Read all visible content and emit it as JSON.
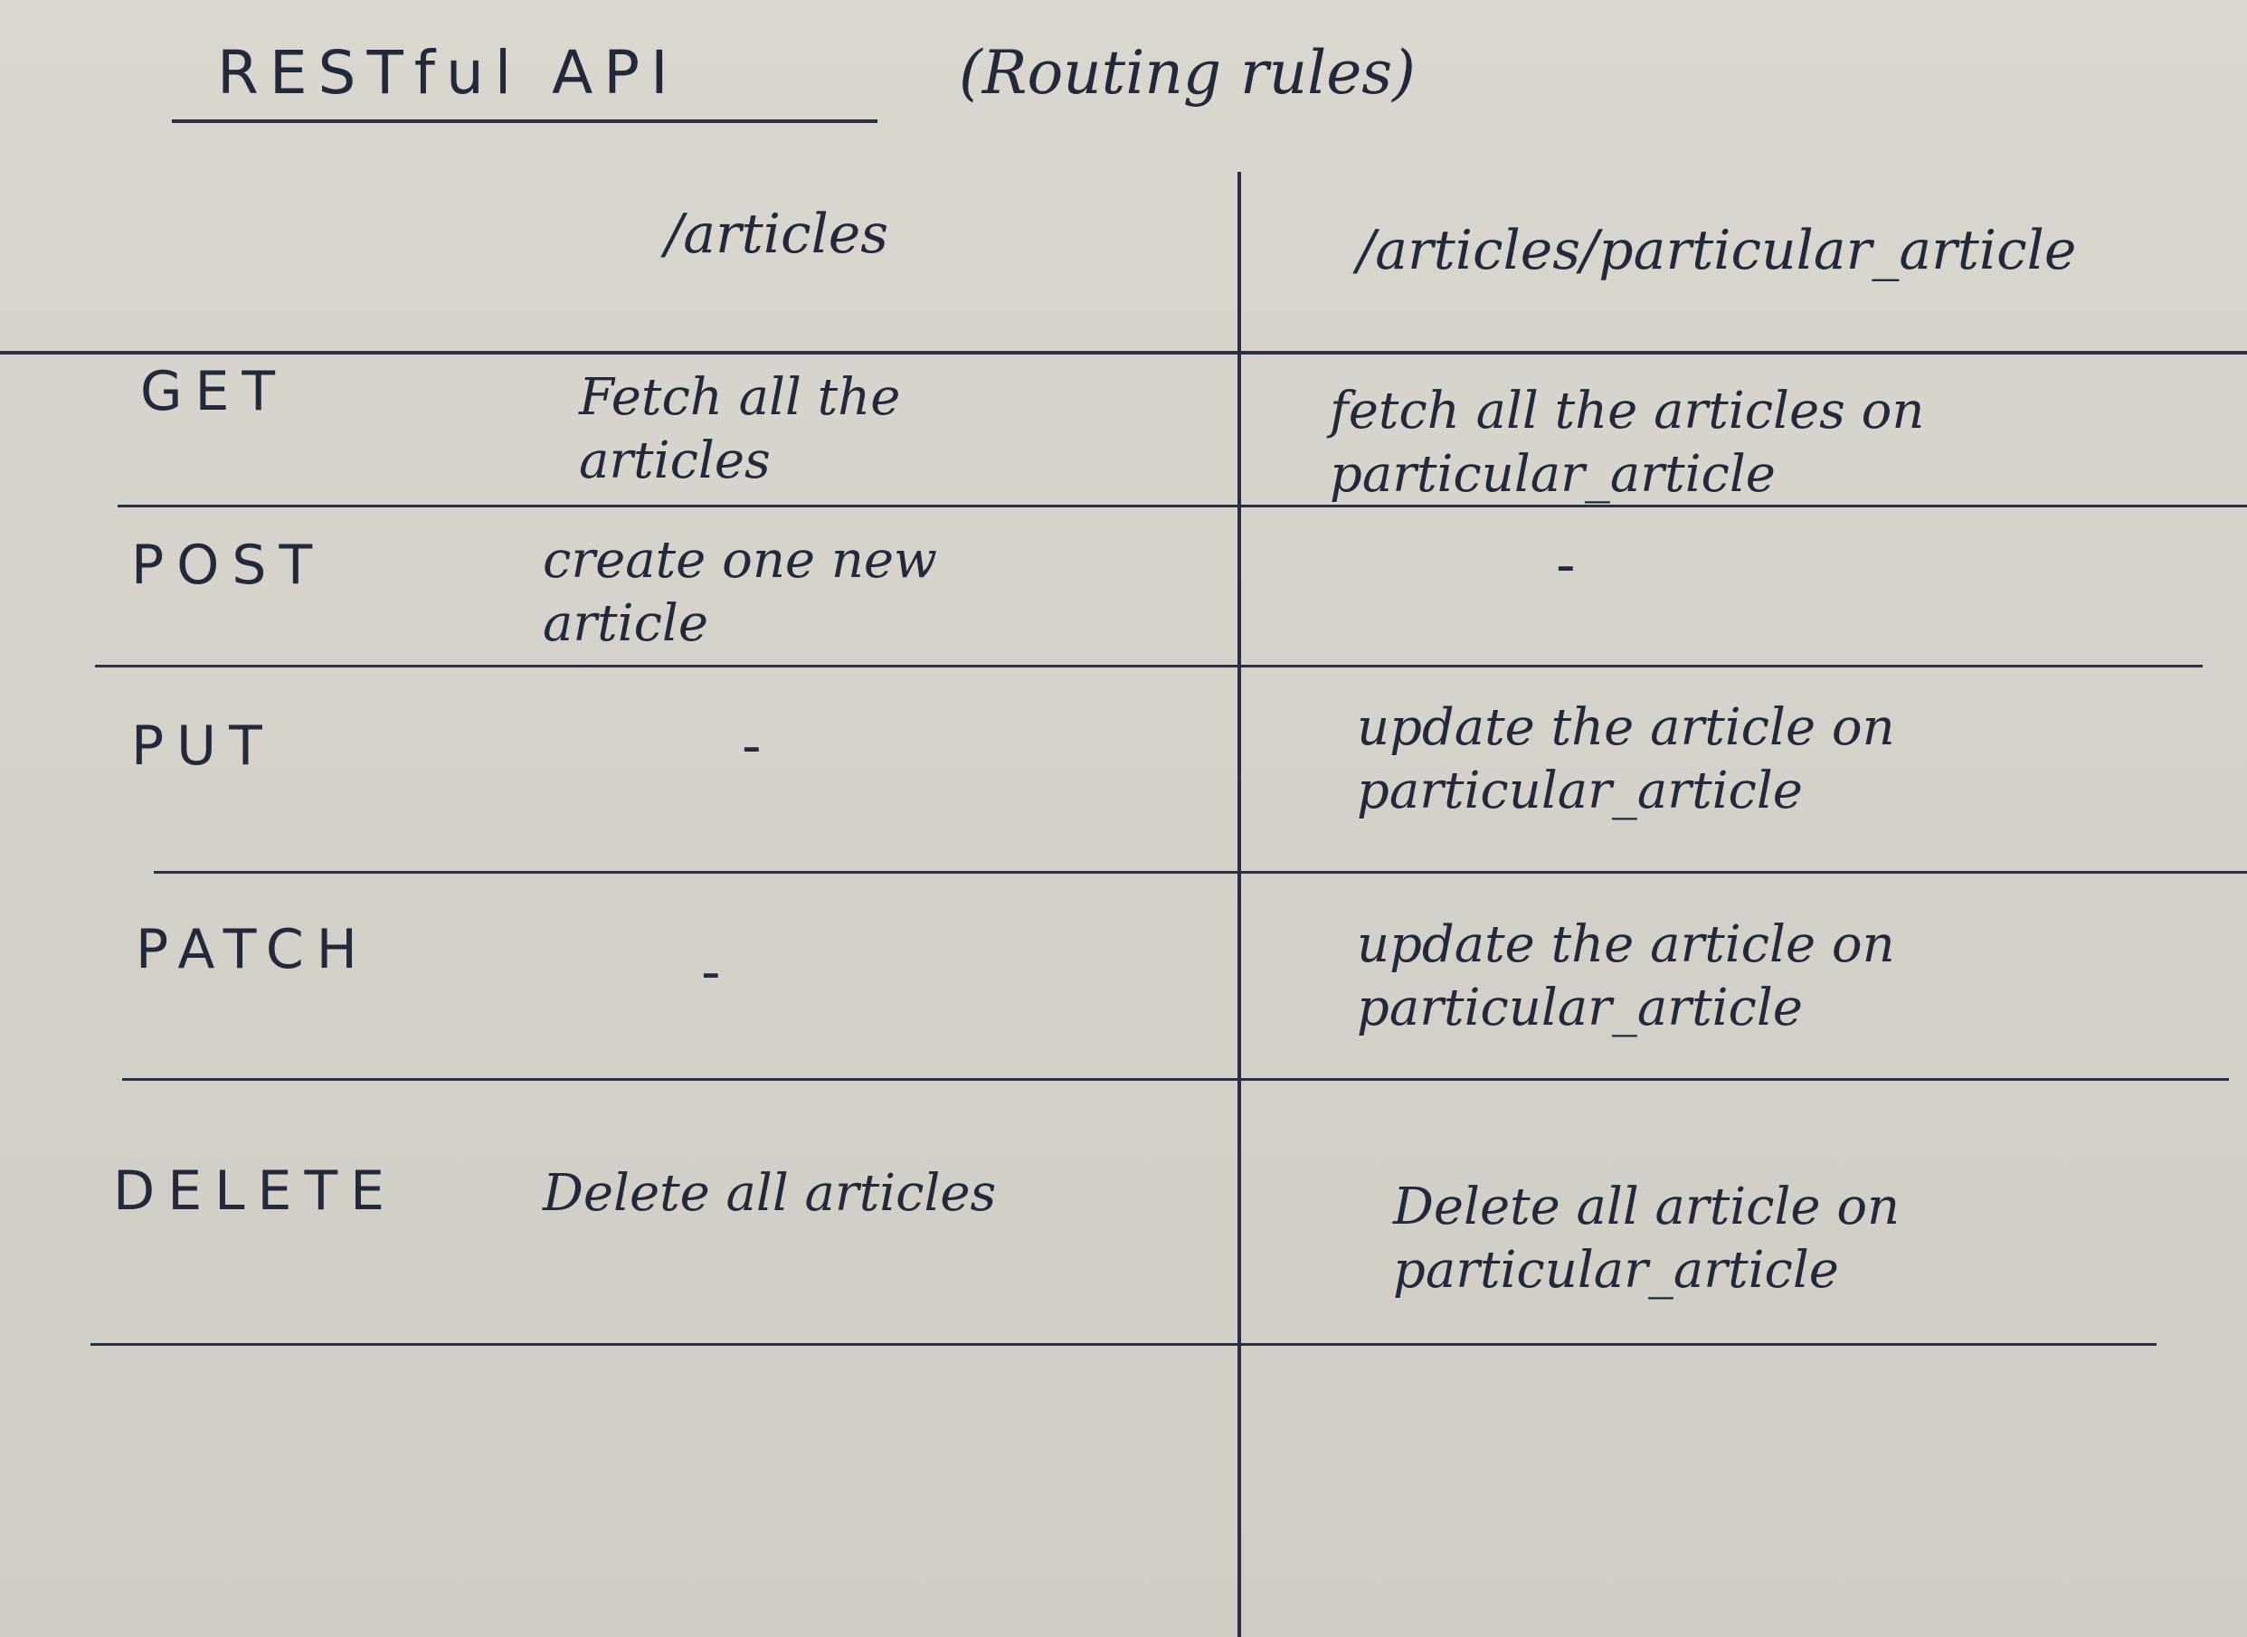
{
  "title": "RESTful API",
  "subtitle": "(Routing rules)",
  "columns": [
    "/articles",
    "/articles/particular_article"
  ],
  "rows": [
    {
      "method": "GET",
      "articles": "Fetch all the articles",
      "particular": "fetch all the articles on particular_article"
    },
    {
      "method": "POST",
      "articles": "create one new article",
      "particular": "-"
    },
    {
      "method": "PUT",
      "articles": "-",
      "particular": "update the article on particular_article"
    },
    {
      "method": "PATCH",
      "articles": "-",
      "particular": "update the article on particular_article"
    },
    {
      "method": "DELETE",
      "articles": "Delete all articles",
      "particular": "Delete all article on particular_article"
    }
  ],
  "colors": {
    "paper": "#d6d4cc",
    "ink": "#23283a"
  }
}
